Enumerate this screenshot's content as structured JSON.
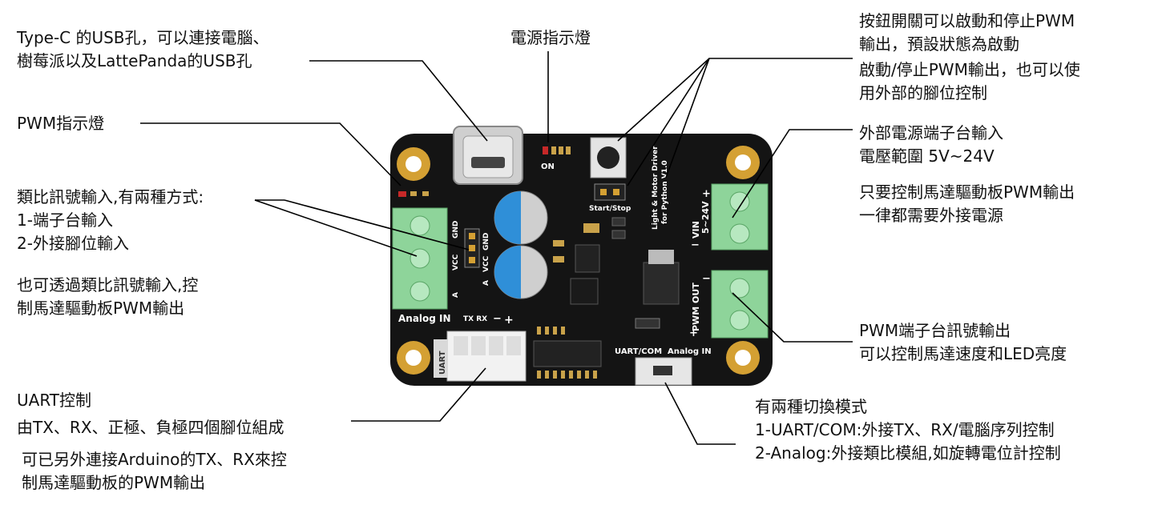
{
  "labels": {
    "usb": [
      "Type-C 的USB孔，可以連接電腦、",
      "樹莓派以及LattePanda的USB孔"
    ],
    "power_led": [
      "電源指示燈"
    ],
    "button": [
      "按鈕開關可以啟動和停止PWM",
      "輸出，預設狀態為啟動"
    ],
    "startstop": [
      "啟動/停止PWM輸出，也可以使",
      "用外部的腳位控制"
    ],
    "pwm_led": [
      "PWM指示燈"
    ],
    "ext_power": [
      "外部電源端子台輸入",
      "電壓範圍 5V~24V"
    ],
    "ext_power_note": [
      "只要控制馬達驅動板PWM輸出",
      "一律都需要外接電源"
    ],
    "analog_in": [
      "類比訊號輸入,有兩種方式:",
      "1-端子台輸入",
      "2-外接腳位輸入"
    ],
    "analog_note": [
      "也可透過類比訊號輸入,控",
      "制馬達驅動板PWM輸出"
    ],
    "pwm_out": [
      "PWM端子台訊號輸出",
      "可以控制馬達速度和LED亮度"
    ],
    "uart": [
      "UART控制"
    ],
    "uart_pins": [
      "由TX、RX、正極、負極四個腳位組成"
    ],
    "uart_note": [
      "可已另外連接Arduino的TX、RX來控",
      "制馬達驅動板的PWM輸出"
    ],
    "switch": [
      "有兩種切換模式",
      "1-UART/COM:外接TX、RX/電腦序列控制",
      "2-Analog:外接類比模組,如旋轉電位計控制"
    ]
  },
  "board": {
    "on": "ON",
    "start_stop": "Start/Stop",
    "title_1": "Light & Motor Driver",
    "title_2": "for Python V1.0",
    "vin": "VIN",
    "vin_range": "5~24V",
    "pwm_out": "PWM OUT",
    "analog_in": "Analog IN",
    "uart": "UART",
    "tx_rx": "TX RX",
    "uart_com": "UART/COM",
    "analog_in_sw": "Analog IN",
    "gnd": "GND",
    "vcc": "VCC",
    "a": "A",
    "plus": "+",
    "minus": "−"
  },
  "colors": {
    "pcb": "#141414",
    "pad_gold": "#d4a033",
    "terminal_green": "#8ed49a",
    "capacitor_blue": "#2f8fd8",
    "line": "#000000"
  }
}
